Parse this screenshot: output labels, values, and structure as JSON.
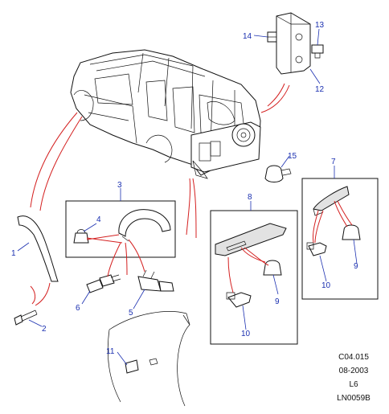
{
  "callouts": {
    "c1": "1",
    "c2": "2",
    "c3": "3",
    "c4": "4",
    "c5": "5",
    "c6": "6",
    "c7": "7",
    "c8": "8",
    "c9a": "9",
    "c9b": "9",
    "c10a": "10",
    "c10b": "10",
    "c11": "11",
    "c12": "12",
    "c13": "13",
    "c14": "14",
    "c15": "15"
  },
  "reference": {
    "code": "C04.015",
    "date": "08-2003",
    "variant": "L6",
    "drawing_id": "LN0059B"
  },
  "colors": {
    "callout": "#1a2fb0",
    "red_leader": "#d42020",
    "outline": "#111111"
  }
}
